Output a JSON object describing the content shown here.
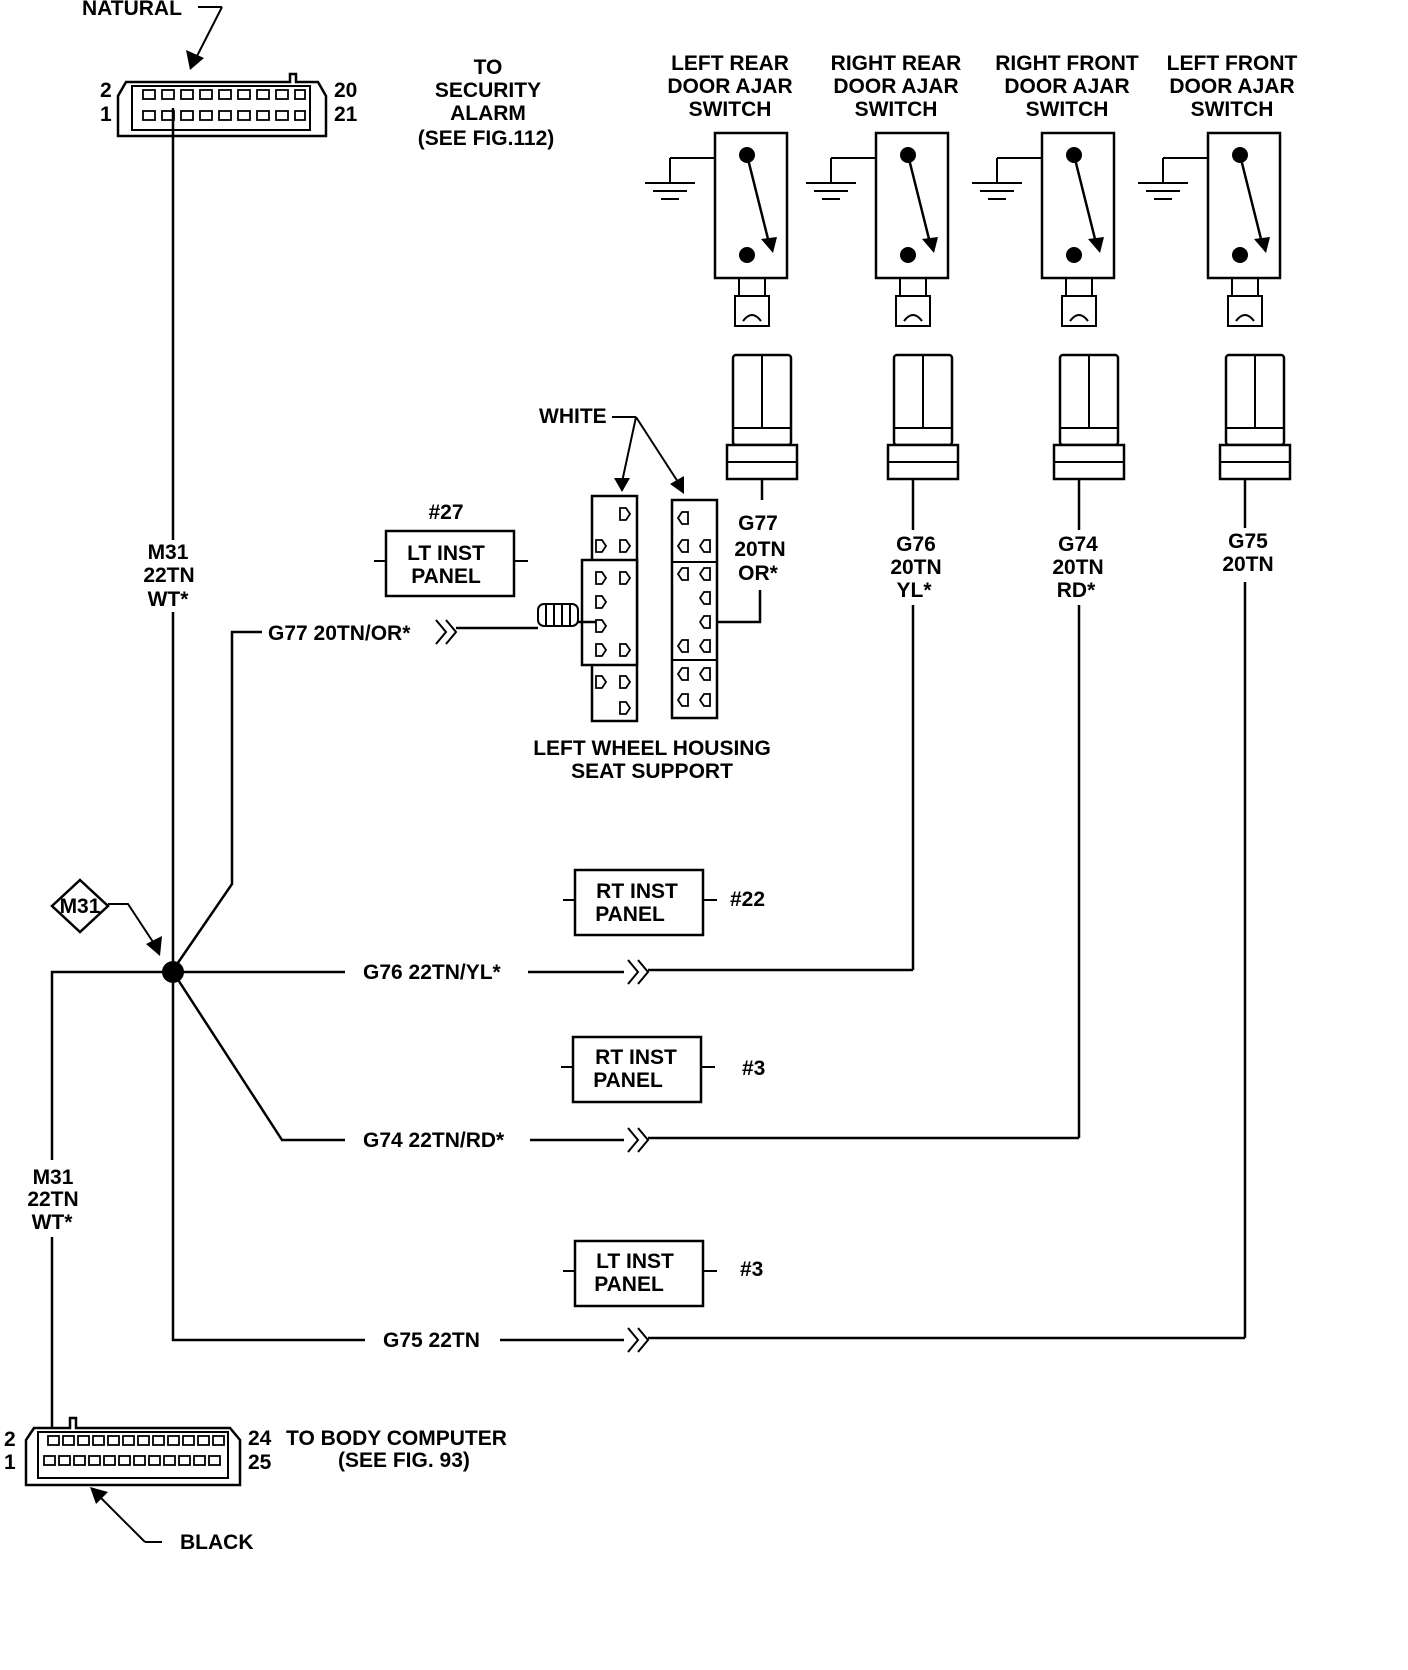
{
  "connector_top": {
    "color_label": "NATURAL",
    "pin_top_left": "2",
    "pin_bottom_left": "1",
    "pin_top_right": "20",
    "pin_bottom_right": "21",
    "destination_line1": "TO",
    "destination_line2": "SECURITY",
    "destination_line3": "ALARM",
    "destination_ref": "(SEE FIG.112)"
  },
  "switches": [
    {
      "line1": "LEFT REAR",
      "line2": "DOOR AJAR",
      "line3": "SWITCH",
      "wire_line1": "G77",
      "wire_line2": "20TN",
      "wire_line3": "OR*"
    },
    {
      "line1": "RIGHT REAR",
      "line2": "DOOR AJAR",
      "line3": "SWITCH",
      "wire_line1": "G76",
      "wire_line2": "20TN",
      "wire_line3": "YL*"
    },
    {
      "line1": "RIGHT FRONT",
      "line2": "DOOR AJAR",
      "line3": "SWITCH",
      "wire_line1": "G74",
      "wire_line2": "20TN",
      "wire_line3": "RD*"
    },
    {
      "line1": "LEFT FRONT",
      "line2": "DOOR AJAR",
      "line3": "SWITCH",
      "wire_line1": "G75",
      "wire_line2": "20TN",
      "wire_line3": ""
    }
  ],
  "wheel_connector": {
    "color_label": "WHITE",
    "location_line1": "LEFT WHEEL HOUSING",
    "location_line2": "SEAT SUPPORT"
  },
  "ground_panels": [
    {
      "line1": "LT INST",
      "line2": "PANEL",
      "ref": "#27"
    },
    {
      "line1": "RT INST",
      "line2": "PANEL",
      "ref": "#22"
    },
    {
      "line1": "RT INST",
      "line2": "PANEL",
      "ref": "#3"
    },
    {
      "line1": "LT INST",
      "line2": "PANEL",
      "ref": "#3"
    }
  ],
  "harness_wires": {
    "m31_top_line1": "M31",
    "m31_top_line2": "22TN",
    "m31_top_line3": "WT*",
    "m31_bottom_line1": "M31",
    "m31_bottom_line2": "22TN",
    "m31_bottom_line3": "WT*",
    "splice_label": "M31",
    "g77_label": "G77 20TN/OR*",
    "g76_label": "G76 22TN/YL*",
    "g74_label": "G74 22TN/RD*",
    "g75_label": "G75 22TN"
  },
  "connector_bottom": {
    "color_label": "BLACK",
    "pin_top_left": "2",
    "pin_bottom_left": "1",
    "pin_top_right": "24",
    "pin_bottom_right": "25",
    "destination_line1": "TO BODY COMPUTER",
    "destination_ref": "(SEE FIG. 93)"
  }
}
